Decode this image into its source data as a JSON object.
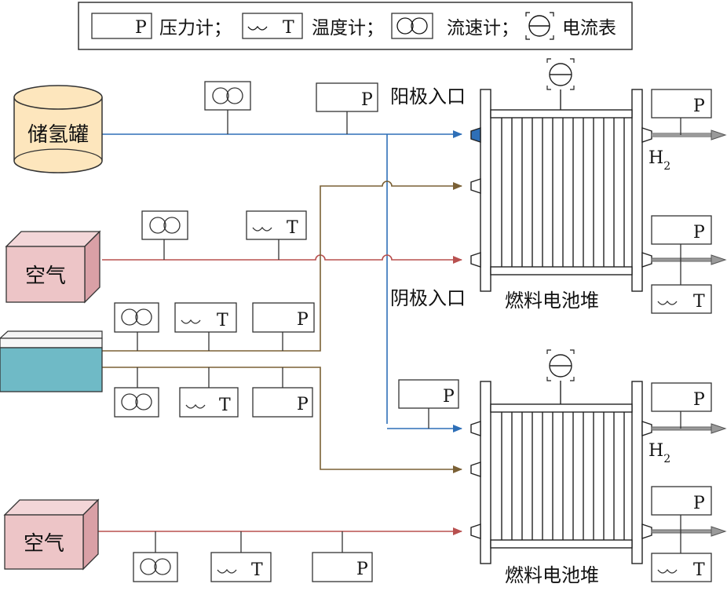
{
  "legend": {
    "pressure_symbol": "P",
    "pressure_label": "压力计；",
    "temperature_symbol": "T",
    "temperature_label": "温度计；",
    "flow_label": "流速计；",
    "ammeter_label": "电流表"
  },
  "sources": {
    "hydrogen_tank": "储氢罐",
    "air_1": "空气",
    "air_2": "空气"
  },
  "labels": {
    "anode_inlet": "阳极入口",
    "cathode_inlet": "阴极入口",
    "stack_1": "燃料电池堆",
    "stack_2": "燃料电池堆",
    "h2_top_main": "H",
    "h2_top_sub": "2",
    "h2_bottom_main": "H",
    "h2_bottom_sub": "2"
  },
  "gauge_symbols": {
    "pressure": "P",
    "temperature": "T"
  },
  "colors": {
    "hydrogen_line": "#2e6fb7",
    "air_line": "#b8504f",
    "coolant_line": "#7a6035",
    "tank_fill": "#fde6bd",
    "air_box_fill": "#edc5c7",
    "air_box_side": "#d9a0a6",
    "coolant_fill": "#6fbac6",
    "stack_stroke": "#222222"
  }
}
